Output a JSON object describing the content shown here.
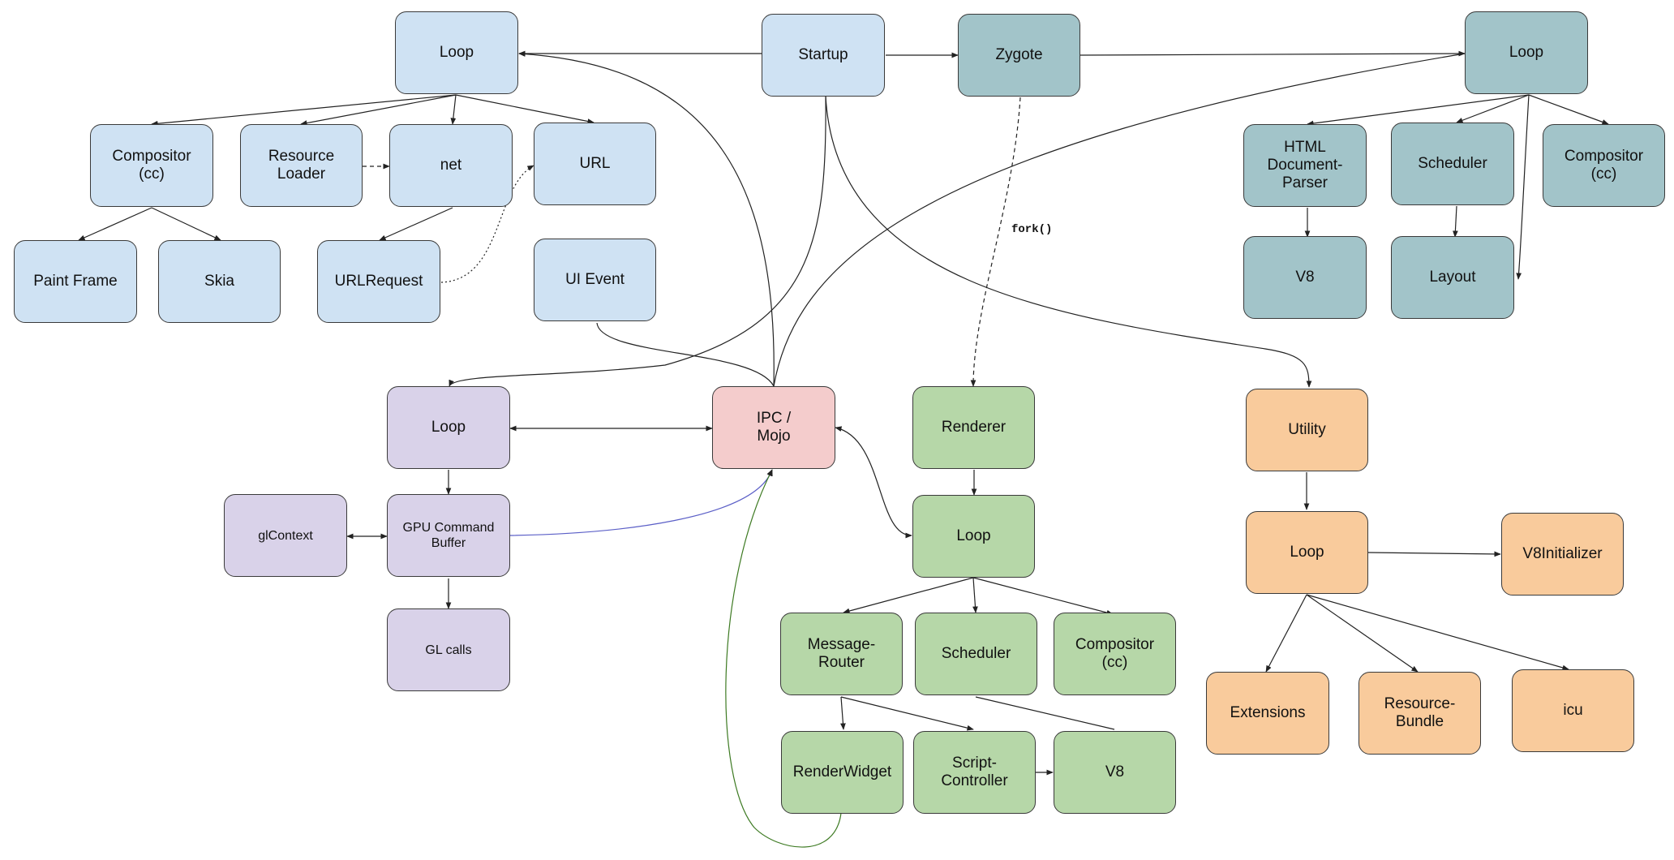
{
  "nodes": {
    "browser_loop": {
      "label": "Loop",
      "color": "#cfe2f3"
    },
    "startup": {
      "label": "Startup",
      "color": "#cfe2f3"
    },
    "zygote": {
      "label": "Zygote",
      "color": "#a2c4c9"
    },
    "zygote_loop": {
      "label": "Loop",
      "color": "#a2c4c9"
    },
    "b_compositor": {
      "label": "Compositor\n(cc)",
      "color": "#cfe2f3"
    },
    "resource_loader": {
      "label": "Resource\nLoader",
      "color": "#cfe2f3"
    },
    "net": {
      "label": "net",
      "color": "#cfe2f3"
    },
    "url": {
      "label": "URL",
      "color": "#cfe2f3"
    },
    "paint_frame": {
      "label": "Paint Frame",
      "color": "#cfe2f3"
    },
    "skia": {
      "label": "Skia",
      "color": "#cfe2f3"
    },
    "urlrequest": {
      "label": "URLRequest",
      "color": "#cfe2f3"
    },
    "ui_event": {
      "label": "UI Event",
      "color": "#cfe2f3"
    },
    "html_parser": {
      "label": "HTML\nDocument-\nParser",
      "color": "#a2c4c9"
    },
    "z_scheduler": {
      "label": "Scheduler",
      "color": "#a2c4c9"
    },
    "z_compositor": {
      "label": "Compositor\n(cc)",
      "color": "#a2c4c9"
    },
    "z_v8": {
      "label": "V8",
      "color": "#a2c4c9"
    },
    "layout": {
      "label": "Layout",
      "color": "#a2c4c9"
    },
    "gpu_loop": {
      "label": "Loop",
      "color": "#d9d2e9"
    },
    "ipc": {
      "label": "IPC /\nMojo",
      "color": "#f4cccc"
    },
    "renderer": {
      "label": "Renderer",
      "color": "#b6d7a8"
    },
    "utility": {
      "label": "Utility",
      "color": "#f9cb9c"
    },
    "glcontext": {
      "label": "glContext",
      "color": "#d9d2e9"
    },
    "gpu_cmd": {
      "label": "GPU Command\nBuffer",
      "color": "#d9d2e9"
    },
    "gl_calls": {
      "label": "GL calls",
      "color": "#d9d2e9"
    },
    "r_loop": {
      "label": "Loop",
      "color": "#b6d7a8"
    },
    "u_loop": {
      "label": "Loop",
      "color": "#f9cb9c"
    },
    "v8init": {
      "label": "V8Initializer",
      "color": "#f9cb9c"
    },
    "msg_router": {
      "label": "Message-\nRouter",
      "color": "#b6d7a8"
    },
    "r_scheduler": {
      "label": "Scheduler",
      "color": "#b6d7a8"
    },
    "r_compositor": {
      "label": "Compositor\n(cc)",
      "color": "#b6d7a8"
    },
    "extensions": {
      "label": "Extensions",
      "color": "#f9cb9c"
    },
    "resource_bundle": {
      "label": "Resource-\nBundle",
      "color": "#f9cb9c"
    },
    "icu": {
      "label": "icu",
      "color": "#f9cb9c"
    },
    "renderwidget": {
      "label": "RenderWidget",
      "color": "#b6d7a8"
    },
    "script_ctrl": {
      "label": "Script-\nController",
      "color": "#b6d7a8"
    },
    "r_v8": {
      "label": "V8",
      "color": "#b6d7a8"
    }
  },
  "edge_labels": {
    "fork": "fork()"
  }
}
